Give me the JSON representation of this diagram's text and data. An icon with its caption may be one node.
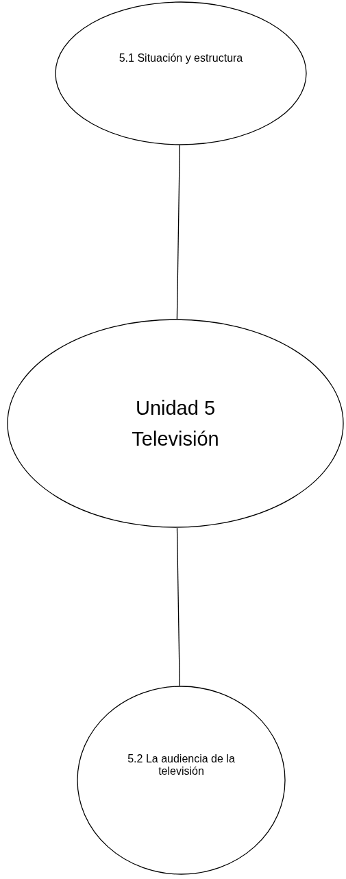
{
  "diagram": {
    "nodes": [
      {
        "text": [
          "5.1 Situación y estructura"
        ]
      },
      {
        "text": [
          "Unidad 5",
          "Televisión"
        ]
      },
      {
        "text": [
          "5.2 La audiencia de la televisión"
        ]
      }
    ],
    "edges": [
      {
        "from": 0,
        "to": 1,
        "arrow": "none"
      },
      {
        "from": 1,
        "to": 2,
        "arrow": "none"
      }
    ]
  }
}
